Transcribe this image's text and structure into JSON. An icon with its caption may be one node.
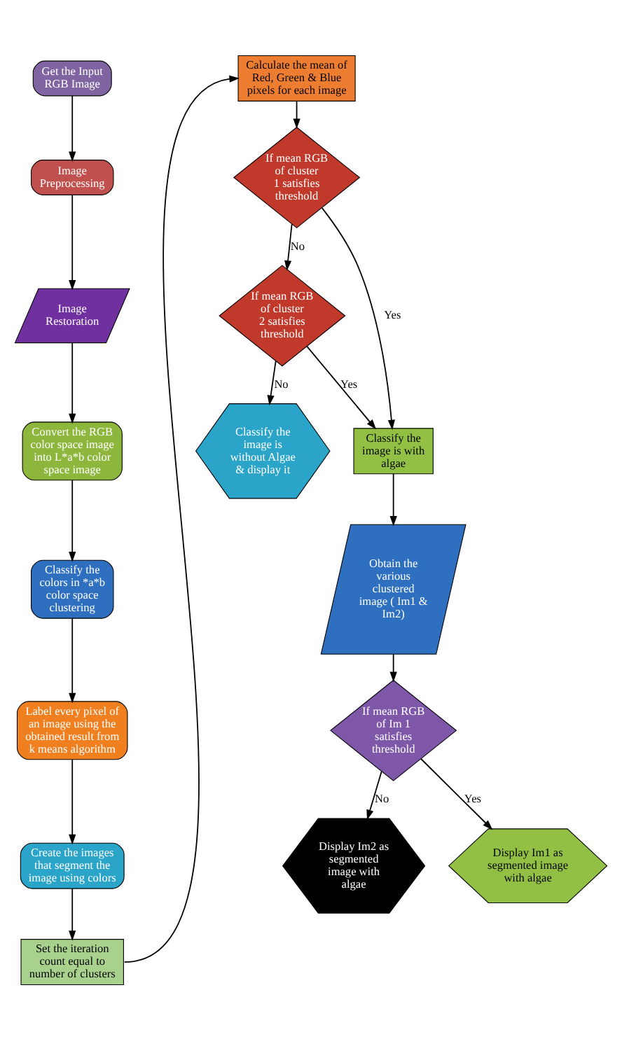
{
  "diagram": {
    "nodes": [
      {
        "text": [
          "Get the Input RGB Image"
        ]
      },
      {
        "text": [
          "Image Preprocessing"
        ]
      },
      {
        "text": [
          "Image Restoration"
        ]
      },
      {
        "text": [
          "Convert the RGB color space image into L*a*b color space image"
        ]
      },
      {
        "text": [
          "Classify the colors in *a*b color space clustering"
        ]
      },
      {
        "text": [
          "Label every pixel of an image using the obtained result from k means algorithm"
        ]
      },
      {
        "text": [
          "Create the images that segment the image using colors"
        ]
      },
      {
        "text": [
          "Set the iteration count equal to number of clusters"
        ]
      },
      {
        "text": [
          "Calculate the mean of Red, Green & Blue pixels for each image"
        ]
      },
      {
        "text": [
          "If mean RGB of cluster 1 satisfies threshold"
        ]
      },
      {
        "text": [
          "If mean RGB of cluster 2 satisfies threshold"
        ]
      },
      {
        "text": [
          "Classify the image is with algae"
        ]
      },
      {
        "text": [
          "Obtain the various clustered image ( Im1 & Im2)"
        ]
      },
      {
        "text": [
          "Classify the image is without Algae & display it"
        ]
      },
      {
        "text": [
          "If mean RGB of Im 1 satisfies threshold"
        ]
      },
      {
        "text": [
          "Display Im2 as segmented image with algae"
        ]
      },
      {
        "text": [
          "Display Im1 as segmented image with algae"
        ]
      }
    ],
    "edges": [
      {
        "from": 0,
        "to": 1,
        "arrow": "to"
      },
      {
        "from": 1,
        "to": 2,
        "arrow": "to"
      },
      {
        "from": 2,
        "to": 3,
        "arrow": "to"
      },
      {
        "from": 3,
        "to": 4,
        "arrow": "to"
      },
      {
        "from": 4,
        "to": 5,
        "arrow": "to"
      },
      {
        "from": 5,
        "to": 6,
        "arrow": "to"
      },
      {
        "from": 6,
        "to": 7,
        "arrow": "to"
      },
      {
        "from": 7,
        "to": 8,
        "arrow": "to"
      },
      {
        "from": 8,
        "to": 9,
        "arrow": "to"
      },
      {
        "from": 9,
        "to": 10,
        "label": "No",
        "arrow": "to"
      },
      {
        "from": 9,
        "to": 11,
        "label": "Yes",
        "arrow": "to"
      },
      {
        "from": 10,
        "to": 11,
        "label": "Yes",
        "arrow": "to"
      },
      {
        "from": 10,
        "to": 13,
        "label": "No",
        "arrow": "to"
      },
      {
        "from": 11,
        "to": 12,
        "arrow": "to"
      },
      {
        "from": 12,
        "to": 14,
        "arrow": "to"
      },
      {
        "from": 14,
        "to": 15,
        "label": "No",
        "arrow": "to"
      },
      {
        "from": 14,
        "to": 16,
        "label": "Yes",
        "arrow": "to"
      }
    ]
  }
}
